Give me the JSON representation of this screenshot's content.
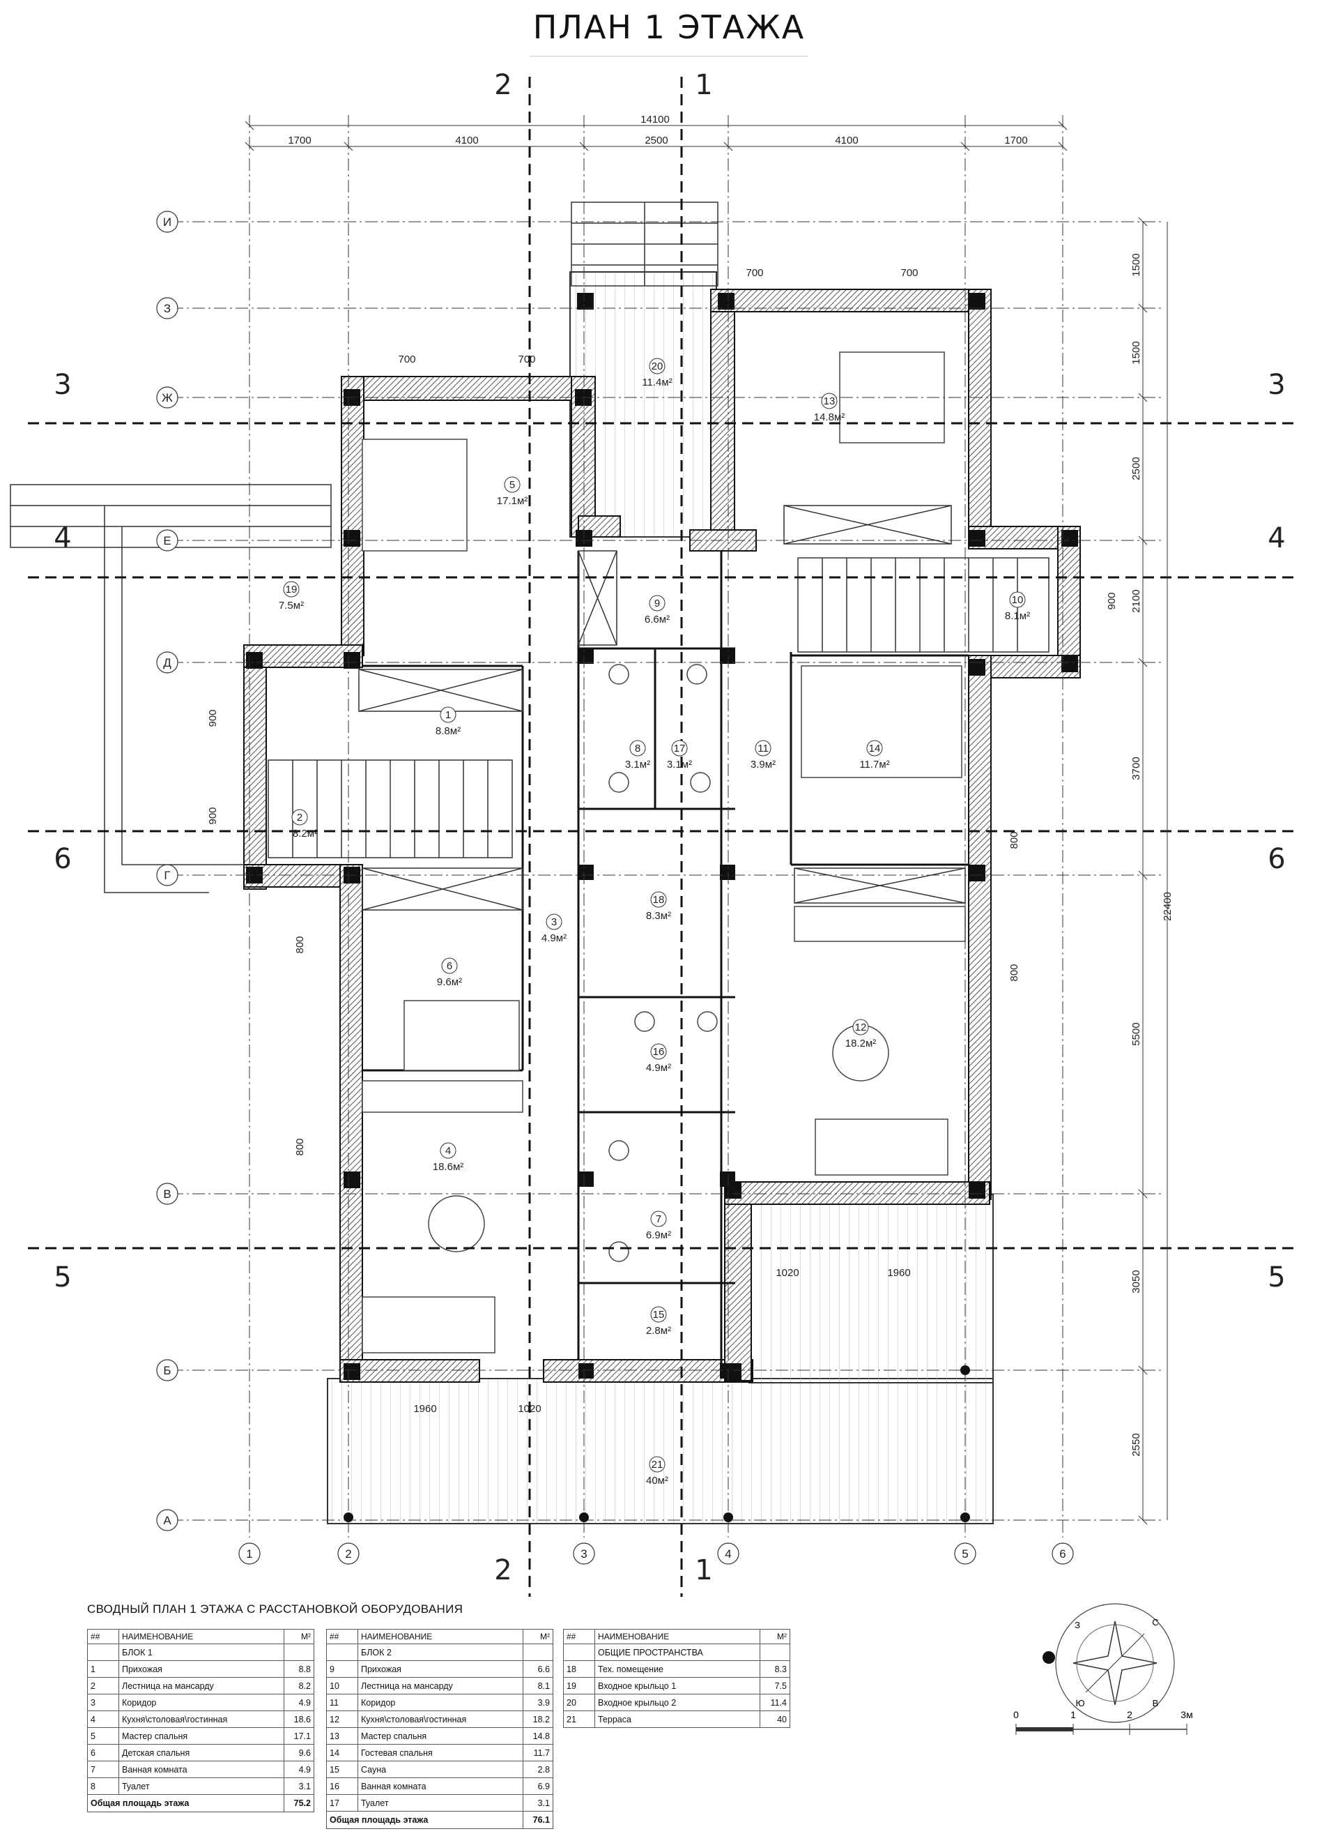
{
  "title": "ПЛАН 1 ЭТАЖА",
  "overall_dim": "14100",
  "top_dims": [
    "1700",
    "4100",
    "2500",
    "4100",
    "1700"
  ],
  "right_dims": [
    "1500",
    "1500",
    "2500",
    "2100",
    "3700",
    "5500",
    "3050",
    "2550"
  ],
  "right_total": "22400",
  "axes_cols": [
    "1",
    "2",
    "3",
    "4",
    "5",
    "6"
  ],
  "axes_rows": [
    "И",
    "З",
    "Ж",
    "Е",
    "Д",
    "Г",
    "В",
    "Б",
    "А"
  ],
  "section_marks": {
    "s1": "1",
    "s2": "2",
    "s3": "3",
    "s4": "4",
    "s5": "5",
    "s6": "6"
  },
  "opening_dims": {
    "d700": "700",
    "d800": "800",
    "d900": "900",
    "d1020": "1020",
    "d1960": "1960"
  },
  "rooms": [
    {
      "n": "1",
      "a": "8.8м²"
    },
    {
      "n": "2",
      "a": "8.2м²"
    },
    {
      "n": "3",
      "a": "4.9м²"
    },
    {
      "n": "4",
      "a": "18.6м²"
    },
    {
      "n": "5",
      "a": "17.1м²"
    },
    {
      "n": "6",
      "a": "9.6м²"
    },
    {
      "n": "7",
      "a": "6.9м²"
    },
    {
      "n": "8",
      "a": "3.1м²"
    },
    {
      "n": "9",
      "a": "6.6м²"
    },
    {
      "n": "10",
      "a": "8.1м²"
    },
    {
      "n": "11",
      "a": "3.9м²"
    },
    {
      "n": "12",
      "a": "18.2м²"
    },
    {
      "n": "13",
      "a": "14.8м²"
    },
    {
      "n": "14",
      "a": "11.7м²"
    },
    {
      "n": "15",
      "a": "2.8м²"
    },
    {
      "n": "16",
      "a": "4.9м²"
    },
    {
      "n": "17",
      "a": "3.1м²"
    },
    {
      "n": "18",
      "a": "8.3м²"
    },
    {
      "n": "19",
      "a": "7.5м²"
    },
    {
      "n": "20",
      "a": "11.4м²"
    },
    {
      "n": "21",
      "a": "40м²"
    }
  ],
  "table_caption": "СВОДНЫЙ ПЛАН 1 ЭТАЖА С РАССТАНОВКОЙ ОБОРУДОВАНИЯ",
  "tables": [
    {
      "h_num": "##",
      "h_name": "НАИМЕНОВАНИЕ",
      "h_val": "М²",
      "block": "БЛОК 1",
      "rows": [
        {
          "num": "1",
          "name": "Прихожая",
          "val": "8.8"
        },
        {
          "num": "2",
          "name": "Лестница на мансарду",
          "val": "8.2"
        },
        {
          "num": "3",
          "name": "Коридор",
          "val": "4.9"
        },
        {
          "num": "4",
          "name": "Кухня\\столовая\\гостинная",
          "val": "18.6"
        },
        {
          "num": "5",
          "name": "Мастер спальня",
          "val": "17.1"
        },
        {
          "num": "6",
          "name": "Детская спальня",
          "val": "9.6"
        },
        {
          "num": "7",
          "name": "Ванная комната",
          "val": "4.9"
        },
        {
          "num": "8",
          "name": "Туалет",
          "val": "3.1"
        }
      ],
      "total_label": "Общая площадь этажа",
      "total": "75.2"
    },
    {
      "h_num": "##",
      "h_name": "НАИМЕНОВАНИЕ",
      "h_val": "М²",
      "block": "БЛОК 2",
      "rows": [
        {
          "num": "9",
          "name": "Прихожая",
          "val": "6.6"
        },
        {
          "num": "10",
          "name": "Лестница на мансарду",
          "val": "8.1"
        },
        {
          "num": "11",
          "name": "Коридор",
          "val": "3.9"
        },
        {
          "num": "12",
          "name": "Кухня\\столовая\\гостинная",
          "val": "18.2"
        },
        {
          "num": "13",
          "name": "Мастер спальня",
          "val": "14.8"
        },
        {
          "num": "14",
          "name": "Гостевая спальня",
          "val": "11.7"
        },
        {
          "num": "15",
          "name": "Сауна",
          "val": "2.8"
        },
        {
          "num": "16",
          "name": "Ванная комната",
          "val": "6.9"
        },
        {
          "num": "17",
          "name": "Туалет",
          "val": "3.1"
        }
      ],
      "total_label": "Общая площадь этажа",
      "total": "76.1"
    },
    {
      "h_num": "##",
      "h_name": "НАИМЕНОВАНИЕ",
      "h_val": "М²",
      "block": "ОБЩИЕ ПРОСТРАНСТВА",
      "rows": [
        {
          "num": "18",
          "name": "Тех. помещение",
          "val": "8.3"
        },
        {
          "num": "19",
          "name": "Входное крыльцо 1",
          "val": "7.5"
        },
        {
          "num": "20",
          "name": "Входное крыльцо 2",
          "val": "11.4"
        },
        {
          "num": "21",
          "name": "Терраса",
          "val": "40"
        }
      ]
    }
  ],
  "scale_labels": [
    "0",
    "1",
    "2",
    "3м"
  ],
  "compass_labels": [
    "С",
    "В",
    "Ю",
    "З"
  ]
}
